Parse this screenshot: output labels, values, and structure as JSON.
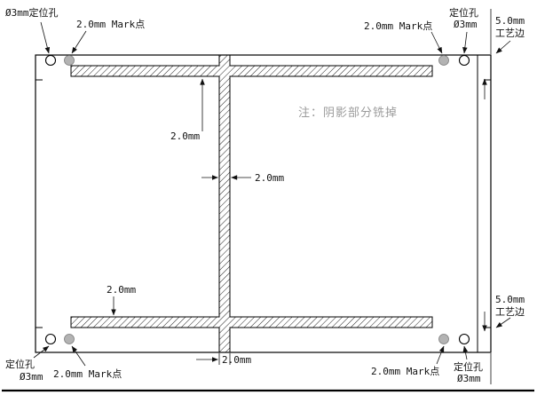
{
  "drawing": {
    "note": "注：阴影部分铣掉",
    "top_left": {
      "hole_label": "Ø3mm定位孔",
      "mark_label": "2.0mm Mark点"
    },
    "top_right": {
      "mark_label": "2.0mm Mark点",
      "hole_label_1": "定位孔",
      "hole_label_2": "Ø3mm",
      "edge_label_1": "5.0mm",
      "edge_label_2": "工艺边"
    },
    "bottom_left": {
      "hole_label_1": "定位孔",
      "hole_label_2": "Ø3mm",
      "mark_label": "2.0mm Mark点"
    },
    "bottom_right": {
      "mark_label": "2.0mm Mark点",
      "hole_label_1": "定位孔",
      "hole_label_2": "Ø3mm",
      "edge_label_1": "5.0mm",
      "edge_label_2": "工艺边"
    },
    "dimensions": {
      "top_slot": "2.0mm",
      "center_slot": "2.0mm",
      "bottom_slot": "2.0mm",
      "bottom_stub": "2.0mm"
    }
  },
  "colors": {
    "line": "#000000",
    "mark_fill": "#b3b3b3",
    "hole_fill": "#ffffff",
    "note_text": "#9b9b9b",
    "background": "#ffffff"
  }
}
